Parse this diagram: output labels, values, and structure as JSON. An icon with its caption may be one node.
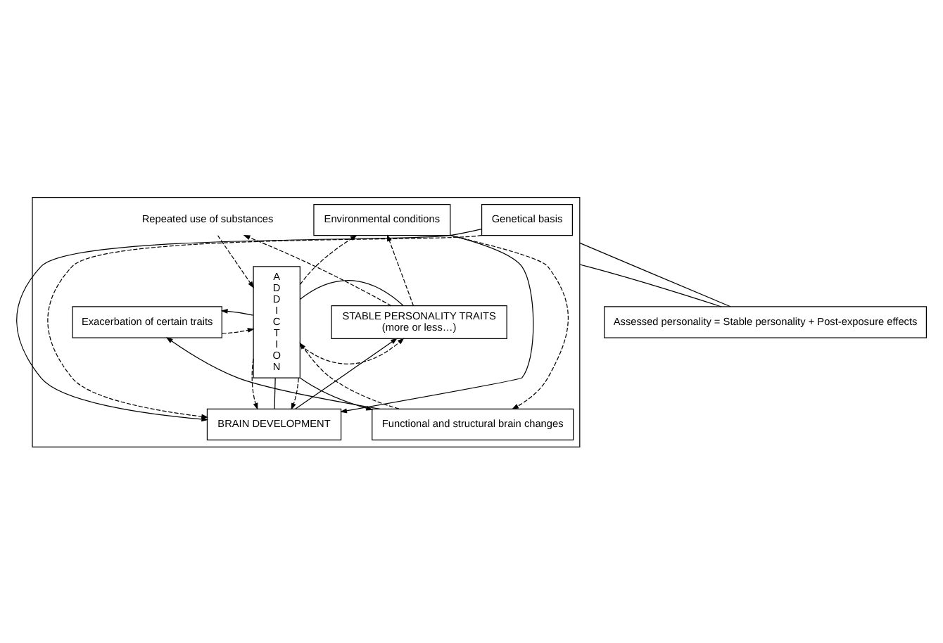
{
  "diagram": {
    "nodes": [
      {
        "text": [],
        "shape": "box"
      },
      {
        "text": [
          "Environmental conditions"
        ],
        "in": 0
      },
      {
        "text": [
          "Repeated use of substances"
        ],
        "in": 0
      },
      {
        "text": [
          "ADDICTION"
        ],
        "in": 0
      },
      {
        "text": [
          "STABLE PERSONALITY TRAITS",
          "(more or less…)"
        ],
        "in": 0
      },
      {
        "text": [
          "Exacerbation of certain traits"
        ],
        "in": 0
      },
      {
        "text": [
          "BRAIN DEVELOPMENT"
        ],
        "in": 0
      },
      {
        "text": [
          "Functional and structural brain changes"
        ],
        "in": 0
      },
      {
        "text": [
          "Genetical basis"
        ],
        "in": 0
      },
      {
        "text": [
          "Assessed personality = Stable personality + Post-exposure effects"
        ]
      }
    ],
    "edges": [
      {
        "from": 1,
        "to": 6,
        "arrow": "to"
      },
      {
        "from": 8,
        "to": 6,
        "arrow": "to"
      },
      {
        "from": 8,
        "to": 6,
        "arrow": "to",
        "style": "dashed"
      },
      {
        "from": 1,
        "to": 7,
        "arrow": "to",
        "style": "dashed"
      },
      {
        "from": 4,
        "to": 1,
        "arrow": "to",
        "style": "dashed"
      },
      {
        "from": 4,
        "to": 2,
        "arrow": "to",
        "style": "dashed"
      },
      {
        "from": 2,
        "to": 3,
        "arrow": "to",
        "style": "dashed"
      },
      {
        "from": 5,
        "to": 3,
        "arrow": "to",
        "style": "dashed"
      },
      {
        "from": 3,
        "to": 1,
        "arrow": "to",
        "style": "dashed"
      },
      {
        "from": 3,
        "to": 4,
        "arrow": "to",
        "style": "dashed"
      },
      {
        "from": 4,
        "to": 3,
        "arrow": "none"
      },
      {
        "from": 3,
        "to": 5,
        "arrow": "to"
      },
      {
        "from": 3,
        "to": 6,
        "arrow": "to",
        "style": "dashed"
      },
      {
        "from": 6,
        "to": 3,
        "arrow": "none"
      },
      {
        "from": 3,
        "to": 7,
        "arrow": "to"
      },
      {
        "from": 3,
        "to": 6,
        "arrow": "to",
        "style": "dashed"
      },
      {
        "from": 6,
        "to": 4,
        "arrow": "to"
      },
      {
        "from": 7,
        "to": 5,
        "arrow": "to"
      },
      {
        "from": 7,
        "to": 3,
        "arrow": "to",
        "style": "dashed"
      },
      {
        "from": 0,
        "to": 9,
        "arrow": "none"
      },
      {
        "from": 0,
        "to": 9,
        "arrow": "none"
      }
    ]
  }
}
